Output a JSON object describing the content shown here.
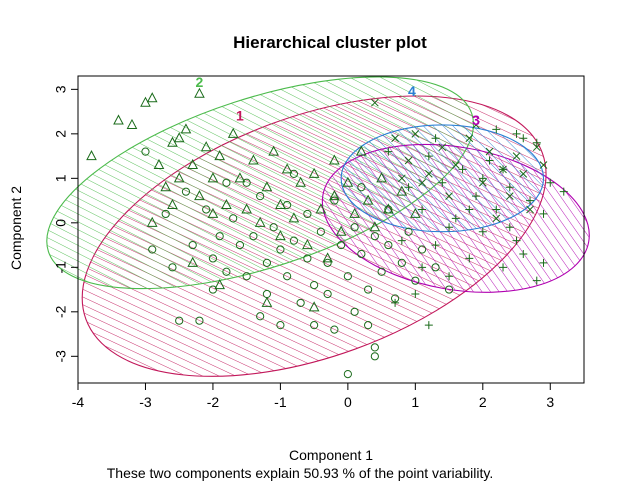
{
  "chart_data": {
    "type": "scatter",
    "title": "Hierarchical cluster plot",
    "xlabel": "Component 1",
    "ylabel": "Component 2",
    "subtitle": "These two components explain 50.93 % of the point variability.",
    "xlim": [
      -4,
      3.5
    ],
    "ylim": [
      -3.6,
      3.3
    ],
    "xticks": [
      -4,
      -3,
      -2,
      -1,
      0,
      1,
      2,
      3
    ],
    "yticks": [
      -3,
      -2,
      -1,
      0,
      1,
      2,
      3
    ],
    "point_color": "#1a6b1a",
    "clusters": [
      {
        "label": "1",
        "color": "#c2185b",
        "ellipse": {
          "cx": -0.5,
          "cy": -0.3,
          "rx": 3.6,
          "ry": 2.7,
          "angle_deg": -20
        },
        "label_pos": [
          -1.6,
          2.3
        ]
      },
      {
        "label": "2",
        "color": "#4cbb4c",
        "ellipse": {
          "cx": -1.3,
          "cy": 0.9,
          "rx": 3.3,
          "ry": 1.9,
          "angle_deg": -18
        },
        "label_pos": [
          -2.2,
          3.05
        ]
      },
      {
        "label": "3",
        "color": "#b000b0",
        "ellipse": {
          "cx": 1.6,
          "cy": 0.1,
          "rx": 2.0,
          "ry": 1.6,
          "angle_deg": 10
        },
        "label_pos": [
          1.9,
          2.2
        ]
      },
      {
        "label": "4",
        "color": "#2a7fd4",
        "ellipse": {
          "cx": 1.4,
          "cy": 1.0,
          "rx": 1.5,
          "ry": 1.2,
          "angle_deg": 0
        },
        "label_pos": [
          0.95,
          2.85
        ]
      }
    ],
    "series": [
      {
        "marker": "circle",
        "cluster": "1",
        "points": [
          [
            -3.0,
            1.6
          ],
          [
            -2.9,
            -0.6
          ],
          [
            -2.6,
            -1.0
          ],
          [
            -2.5,
            -2.2
          ],
          [
            -2.4,
            0.7
          ],
          [
            -2.3,
            -0.5
          ],
          [
            -2.2,
            -2.2
          ],
          [
            -2.1,
            0.3
          ],
          [
            -2.0,
            -0.8
          ],
          [
            -2.0,
            -1.5
          ],
          [
            -1.9,
            -0.3
          ],
          [
            -1.8,
            0.9
          ],
          [
            -1.8,
            -1.1
          ],
          [
            -1.7,
            0.1
          ],
          [
            -1.6,
            -0.5
          ],
          [
            -1.5,
            -1.2
          ],
          [
            -1.4,
            -0.3
          ],
          [
            -1.3,
            0.6
          ],
          [
            -1.2,
            -0.9
          ],
          [
            -1.2,
            -1.6
          ],
          [
            -1.1,
            -0.1
          ],
          [
            -1.0,
            -0.6
          ],
          [
            -1.0,
            -2.3
          ],
          [
            -0.9,
            0.4
          ],
          [
            -0.9,
            -1.2
          ],
          [
            -0.8,
            -0.4
          ],
          [
            -0.7,
            -1.8
          ],
          [
            -0.6,
            -0.8
          ],
          [
            -0.6,
            0.2
          ],
          [
            -0.5,
            -1.4
          ],
          [
            -0.5,
            -2.3
          ],
          [
            -0.4,
            -0.2
          ],
          [
            -0.3,
            -0.9
          ],
          [
            -0.3,
            -1.6
          ],
          [
            -0.2,
            0.5
          ],
          [
            -0.2,
            -2.4
          ],
          [
            -0.1,
            -0.5
          ],
          [
            0.0,
            -1.2
          ],
          [
            0.0,
            -3.4
          ],
          [
            0.1,
            -0.1
          ],
          [
            0.1,
            -2.0
          ],
          [
            0.2,
            -0.7
          ],
          [
            0.3,
            -1.5
          ],
          [
            0.3,
            -2.3
          ],
          [
            0.4,
            -0.3
          ],
          [
            0.4,
            -2.8
          ],
          [
            0.4,
            -3.0
          ],
          [
            0.5,
            -1.1
          ],
          [
            0.6,
            -0.5
          ],
          [
            0.7,
            -1.7
          ],
          [
            0.8,
            -0.9
          ],
          [
            0.9,
            -0.2
          ],
          [
            1.0,
            -1.3
          ],
          [
            1.1,
            -0.6
          ],
          [
            1.3,
            -1.0
          ],
          [
            1.5,
            -1.5
          ],
          [
            -1.5,
            0.9
          ],
          [
            -0.8,
            1.1
          ],
          [
            0.2,
            0.8
          ],
          [
            0.6,
            0.3
          ],
          [
            -2.7,
            0.2
          ],
          [
            -1.3,
            -2.1
          ]
        ]
      },
      {
        "marker": "triangle",
        "cluster": "2",
        "points": [
          [
            -3.8,
            1.5
          ],
          [
            -3.4,
            2.3
          ],
          [
            -3.2,
            2.2
          ],
          [
            -3.0,
            2.7
          ],
          [
            -2.9,
            2.8
          ],
          [
            -2.8,
            1.3
          ],
          [
            -2.7,
            0.8
          ],
          [
            -2.6,
            0.4
          ],
          [
            -2.6,
            1.8
          ],
          [
            -2.5,
            1.0
          ],
          [
            -2.4,
            2.1
          ],
          [
            -2.3,
            1.3
          ],
          [
            -2.2,
            2.9
          ],
          [
            -2.2,
            0.6
          ],
          [
            -2.1,
            1.7
          ],
          [
            -2.0,
            0.2
          ],
          [
            -2.0,
            1.0
          ],
          [
            -1.9,
            1.5
          ],
          [
            -1.8,
            0.4
          ],
          [
            -1.7,
            2.0
          ],
          [
            -1.6,
            1.0
          ],
          [
            -1.5,
            0.3
          ],
          [
            -1.4,
            1.4
          ],
          [
            -1.3,
            0.0
          ],
          [
            -1.2,
            0.8
          ],
          [
            -1.1,
            1.6
          ],
          [
            -1.0,
            0.4
          ],
          [
            -1.0,
            -0.3
          ],
          [
            -0.9,
            1.2
          ],
          [
            -0.8,
            0.1
          ],
          [
            -0.7,
            0.9
          ],
          [
            -0.6,
            -0.5
          ],
          [
            -0.5,
            1.1
          ],
          [
            -0.4,
            0.3
          ],
          [
            -0.3,
            -0.8
          ],
          [
            -0.2,
            1.4
          ],
          [
            -0.2,
            0.6
          ],
          [
            -0.1,
            -0.2
          ],
          [
            0.0,
            0.9
          ],
          [
            0.1,
            0.2
          ],
          [
            0.2,
            1.6
          ],
          [
            0.3,
            0.5
          ],
          [
            0.4,
            -0.1
          ],
          [
            0.5,
            1.0
          ],
          [
            0.6,
            0.3
          ],
          [
            0.8,
            0.7
          ],
          [
            1.0,
            0.2
          ],
          [
            -2.9,
            0.0
          ],
          [
            -2.3,
            -0.9
          ],
          [
            -1.9,
            -1.4
          ],
          [
            -1.2,
            -1.8
          ],
          [
            -0.5,
            -1.9
          ],
          [
            -2.5,
            1.9
          ]
        ]
      },
      {
        "marker": "plus",
        "cluster": "3",
        "points": [
          [
            0.9,
            0.8
          ],
          [
            1.0,
            -1.6
          ],
          [
            1.1,
            0.3
          ],
          [
            1.2,
            1.5
          ],
          [
            1.3,
            -0.5
          ],
          [
            1.4,
            0.9
          ],
          [
            1.5,
            -1.2
          ],
          [
            1.6,
            0.1
          ],
          [
            1.7,
            1.2
          ],
          [
            1.8,
            -0.8
          ],
          [
            1.9,
            0.6
          ],
          [
            2.0,
            -0.2
          ],
          [
            2.1,
            1.4
          ],
          [
            2.2,
            0.3
          ],
          [
            2.3,
            -1.0
          ],
          [
            2.4,
            0.8
          ],
          [
            2.5,
            -0.4
          ],
          [
            2.6,
            1.9
          ],
          [
            2.7,
            0.5
          ],
          [
            2.8,
            -1.3
          ],
          [
            2.9,
            -0.9
          ],
          [
            3.0,
            0.9
          ],
          [
            3.2,
            0.7
          ],
          [
            2.2,
            2.1
          ],
          [
            2.5,
            2.0
          ],
          [
            2.8,
            1.8
          ],
          [
            1.2,
            -2.3
          ],
          [
            0.7,
            -1.8
          ],
          [
            1.5,
            -0.1
          ],
          [
            2.0,
            1.0
          ],
          [
            2.4,
            -0.1
          ],
          [
            2.9,
            0.2
          ],
          [
            1.8,
            0.3
          ],
          [
            0.8,
            -0.4
          ],
          [
            1.1,
            -1.0
          ],
          [
            2.6,
            -0.7
          ],
          [
            0.6,
            1.6
          ],
          [
            1.3,
            1.9
          ],
          [
            2.3,
            1.2
          ]
        ]
      },
      {
        "marker": "cross",
        "cluster": "4",
        "points": [
          [
            0.4,
            2.7
          ],
          [
            0.7,
            1.9
          ],
          [
            0.9,
            1.4
          ],
          [
            1.0,
            2.0
          ],
          [
            1.2,
            1.1
          ],
          [
            1.4,
            1.7
          ],
          [
            1.6,
            1.3
          ],
          [
            1.8,
            1.9
          ],
          [
            2.0,
            0.9
          ],
          [
            2.1,
            1.6
          ],
          [
            2.3,
            1.2
          ],
          [
            2.4,
            0.6
          ],
          [
            2.5,
            1.5
          ],
          [
            2.6,
            1.1
          ],
          [
            2.7,
            0.3
          ],
          [
            2.8,
            1.7
          ],
          [
            1.9,
            2.2
          ],
          [
            1.5,
            0.6
          ],
          [
            1.1,
            0.9
          ],
          [
            2.2,
            0.1
          ],
          [
            0.8,
            1.0
          ],
          [
            2.9,
            1.3
          ]
        ]
      }
    ]
  }
}
